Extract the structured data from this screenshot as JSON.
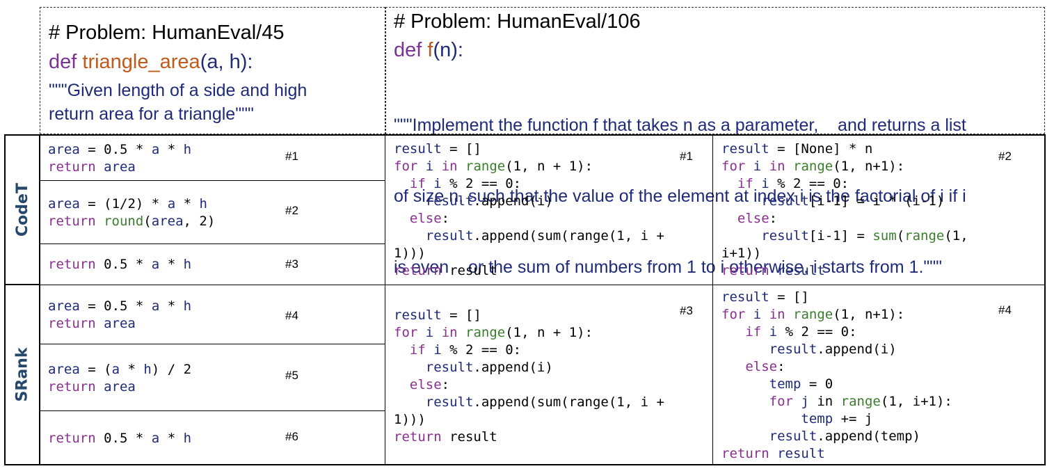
{
  "left_problem": {
    "title": "# Problem: HumanEval/45",
    "def_kw": "def",
    "func_name": "triangle_area",
    "params": "(a, h):",
    "doc_line1": "\"\"\"Given length of a side and high",
    "doc_line2": "return area for a triangle\"\"\""
  },
  "right_problem": {
    "title": "# Problem: HumanEval/106",
    "def_kw": "def",
    "func_name": "f",
    "params": "(n):",
    "doc_line1": "\"\"\"Implement the function f that takes n as a parameter,    and returns a list",
    "doc_line2": "of size n, such that the value of the element at index i is the factorial of i if i",
    "doc_line3": "is even    or the sum of numbers from 1 to i otherwise. i starts from 1.\"\"\""
  },
  "row_labels": {
    "codet": "CodeT",
    "srank": "SRank"
  },
  "tags": {
    "t1": "#1",
    "t2": "#2",
    "t3": "#3",
    "t4": "#4",
    "t5": "#5",
    "t6": "#6",
    "r1": "#1",
    "r2": "#2",
    "r3": "#3",
    "r4": "#4"
  }
}
